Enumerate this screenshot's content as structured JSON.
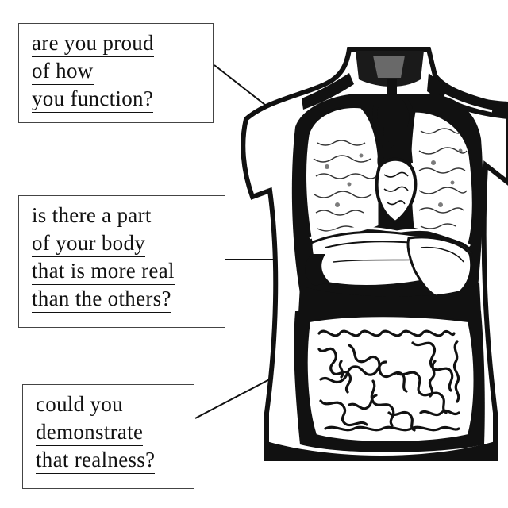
{
  "questions": [
    {
      "lines": [
        "are you proud",
        "of how",
        "you function?"
      ]
    },
    {
      "lines": [
        "is there a part",
        "of your body",
        "that is more real",
        "than the others?"
      ]
    },
    {
      "lines": [
        "could you",
        "demonstrate",
        "that realness?"
      ]
    }
  ],
  "illustration": {
    "subject": "anatomical-torso",
    "organs": [
      "lungs",
      "heart",
      "liver",
      "stomach",
      "intestines"
    ],
    "colors": {
      "ink": "#111111",
      "paper": "#ffffff"
    }
  }
}
